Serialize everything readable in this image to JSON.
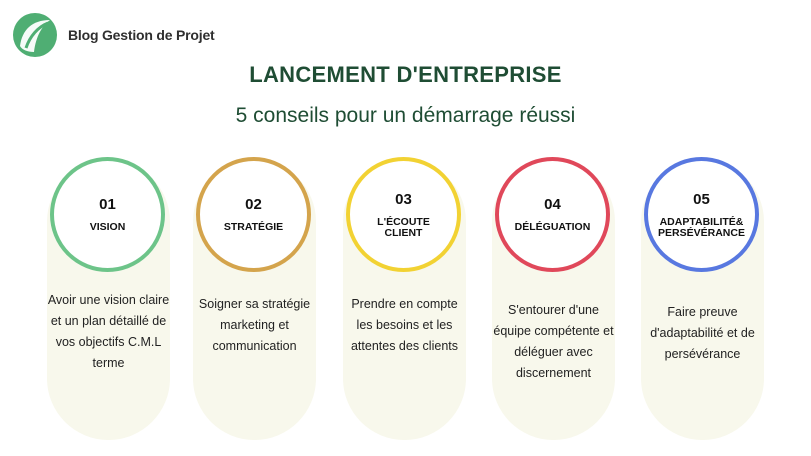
{
  "logo": {
    "text": "Blog Gestion de Projet"
  },
  "header": {
    "title": "LANCEMENT D'ENTREPRISE",
    "subtitle": "5 conseils pour un démarrage réussi"
  },
  "steps": [
    {
      "num": "01",
      "label": "VISION",
      "color": "#6dc489",
      "desc": "Avoir une vision claire et un plan détaillé de vos objectifs C.M.L terme"
    },
    {
      "num": "02",
      "label": "STRATÉGIE",
      "color": "#d4a44c",
      "desc": "Soigner sa stratégie marketing et communication"
    },
    {
      "num": "03",
      "label": "L'ÉCOUTE CLIENT",
      "color": "#f2d233",
      "desc": "Prendre en compte les besoins et les attentes des clients"
    },
    {
      "num": "04",
      "label": "DÉLÉGUATION",
      "color": "#e0485a",
      "desc": "S'entourer d'une équipe compétente et déléguer avec discernement"
    },
    {
      "num": "05",
      "label": "ADAPTABILITÉ& PERSÉVÉRANCE",
      "color": "#5878e0",
      "desc": "Faire preuve d'adaptabilité et de persévérance"
    }
  ]
}
